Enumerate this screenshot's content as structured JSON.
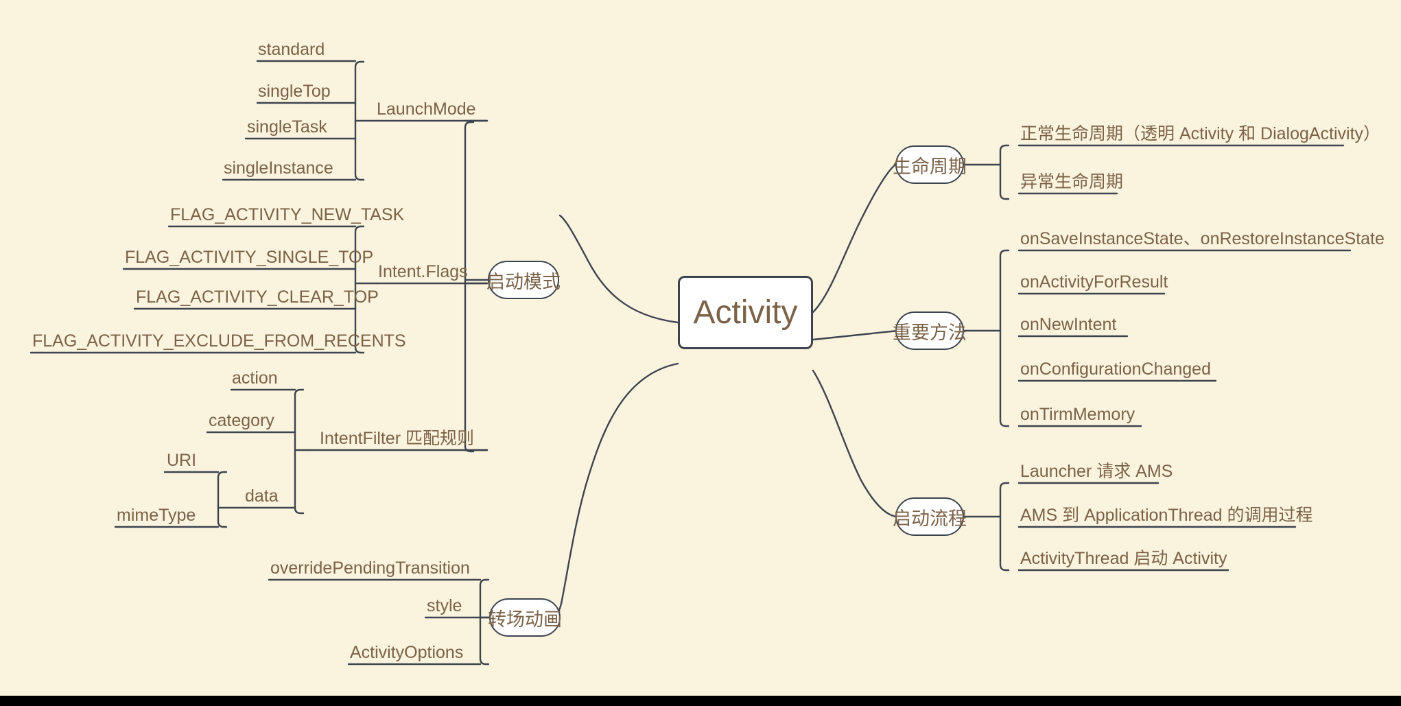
{
  "diagram": {
    "type": "mindmap",
    "title": "Activity",
    "background_color": "#faf3dd",
    "text_color": "#7b6248",
    "line_color": "#3c4450",
    "node_fill": "#ffffff"
  },
  "root": {
    "label": "Activity"
  },
  "left": {
    "branches": [
      {
        "label": "启动模式",
        "groups": [
          {
            "label": "LaunchMode",
            "items": [
              "standard",
              "singleTop",
              "singleTask",
              "singleInstance"
            ]
          },
          {
            "label": "Intent.Flags",
            "items": [
              "FLAG_ACTIVITY_NEW_TASK",
              "FLAG_ACTIVITY_SINGLE_TOP",
              "FLAG_ACTIVITY_CLEAR_TOP",
              "FLAG_ACTIVITY_EXCLUDE_FROM_RECENTS"
            ]
          },
          {
            "label": "IntentFilter 匹配规则",
            "items": [
              "action",
              "category",
              "data"
            ],
            "subgroup": {
              "parent": "data",
              "items": [
                "URI",
                "mimeType"
              ]
            }
          }
        ]
      },
      {
        "label": "转场动画",
        "groups": [
          {
            "label": "",
            "items": [
              "overridePendingTransition",
              "style",
              "ActivityOptions"
            ]
          }
        ]
      }
    ]
  },
  "right": {
    "branches": [
      {
        "label": "生命周期",
        "items": [
          "正常生命周期（透明 Activity 和 DialogActivity）",
          "异常生命周期"
        ]
      },
      {
        "label": "重要方法",
        "items": [
          "onSaveInstanceState、onRestoreInstanceState",
          "onActivityForResult",
          "onNewIntent",
          "onConfigurationChanged",
          "onTirmMemory"
        ]
      },
      {
        "label": "启动流程",
        "items": [
          "Launcher 请求 AMS",
          "AMS 到 ApplicationThread 的调用过程",
          "ActivityThread 启动 Activity"
        ]
      }
    ]
  }
}
